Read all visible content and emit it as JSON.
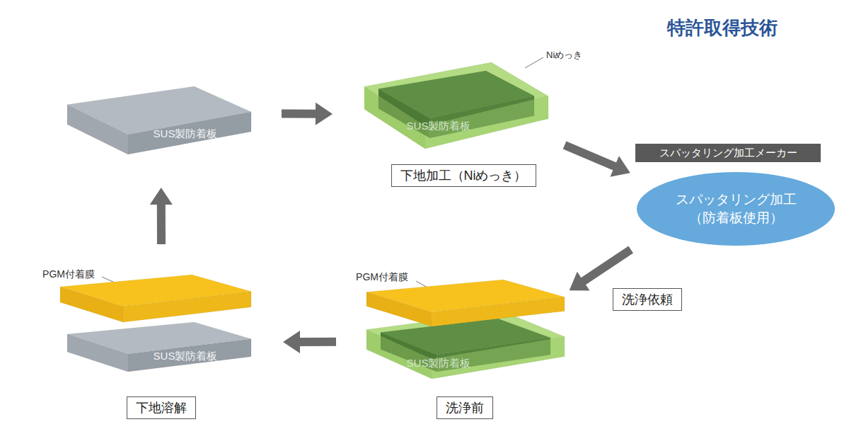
{
  "diagram": {
    "title": "特許取得技術",
    "nodes": [
      {
        "text": [
          "SUS製防着板"
        ]
      },
      {
        "text": [
          "SUS製防着板"
        ]
      },
      {
        "text": [
          "下地加工（Niめっき）"
        ]
      },
      {
        "text": [
          "スパッタリング加工メーカー"
        ]
      },
      {
        "text": [
          "スパッタリング加工 （防着板使用）"
        ]
      },
      {
        "text": [
          "PGM付着膜"
        ]
      },
      {
        "text": [
          "SUS製防着板"
        ]
      },
      {
        "text": [
          "洗浄前"
        ]
      },
      {
        "text": [
          "PGM付着膜"
        ]
      },
      {
        "text": [
          "SUS製防着板"
        ]
      },
      {
        "text": [
          "下地溶解"
        ]
      }
    ],
    "edges": [
      {
        "from": 0,
        "to": 1,
        "arrow": "to"
      },
      {
        "from": 1,
        "to": 4,
        "arrow": "to"
      },
      {
        "from": 4,
        "to": 5,
        "label": "洗浄依頼",
        "arrow": "to"
      },
      {
        "from": 6,
        "to": 9,
        "arrow": "to"
      },
      {
        "from": 8,
        "to": 0,
        "arrow": "to"
      }
    ],
    "labels": [
      "Niめっき"
    ]
  }
}
